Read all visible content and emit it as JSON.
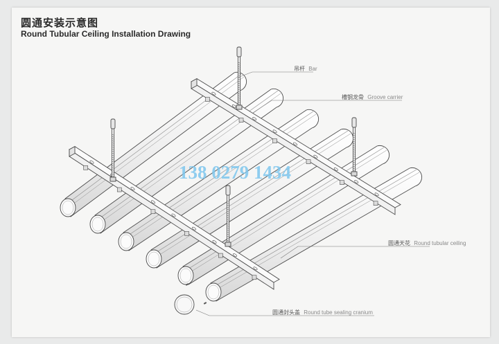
{
  "title_cn": "圆通安装示意图",
  "title_en": "Round Tubular Ceiling Installation Drawing",
  "watermark": "138 0279 1434",
  "callouts": {
    "bar": {
      "cn": "吊杆",
      "en": "Bar"
    },
    "groove_carrier": {
      "cn": "槽钢龙骨",
      "en": "Groove carrier"
    },
    "round_tubular_ceiling": {
      "cn": "圆通天花",
      "en": "Round tubular ceiling"
    },
    "sealing_cranium": {
      "cn": "圆通封头盖",
      "en": "Round tube sealing cranium"
    }
  },
  "colors": {
    "line": "#4a4a4a",
    "tube_fill": "#f3f3f3",
    "watermark": "#7ec7ee"
  }
}
